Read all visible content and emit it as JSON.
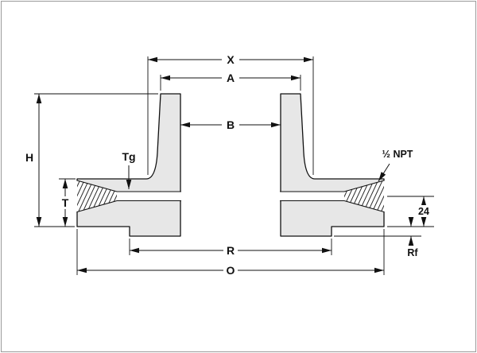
{
  "colors": {
    "body_fill": "#e7e7e7",
    "outline": "#111111",
    "frame": "#9a9a9a"
  },
  "dimensions": {
    "top_outer": "X",
    "top_inner": "A",
    "bore": "B",
    "overall_height": "H",
    "flange_thickness": "T",
    "groove_depth": "Tg",
    "tap_size": "½ NPT",
    "tap_offset": "24",
    "raised_face_diameter": "R",
    "raised_face_height": "Rf",
    "outside_diameter": "O"
  }
}
